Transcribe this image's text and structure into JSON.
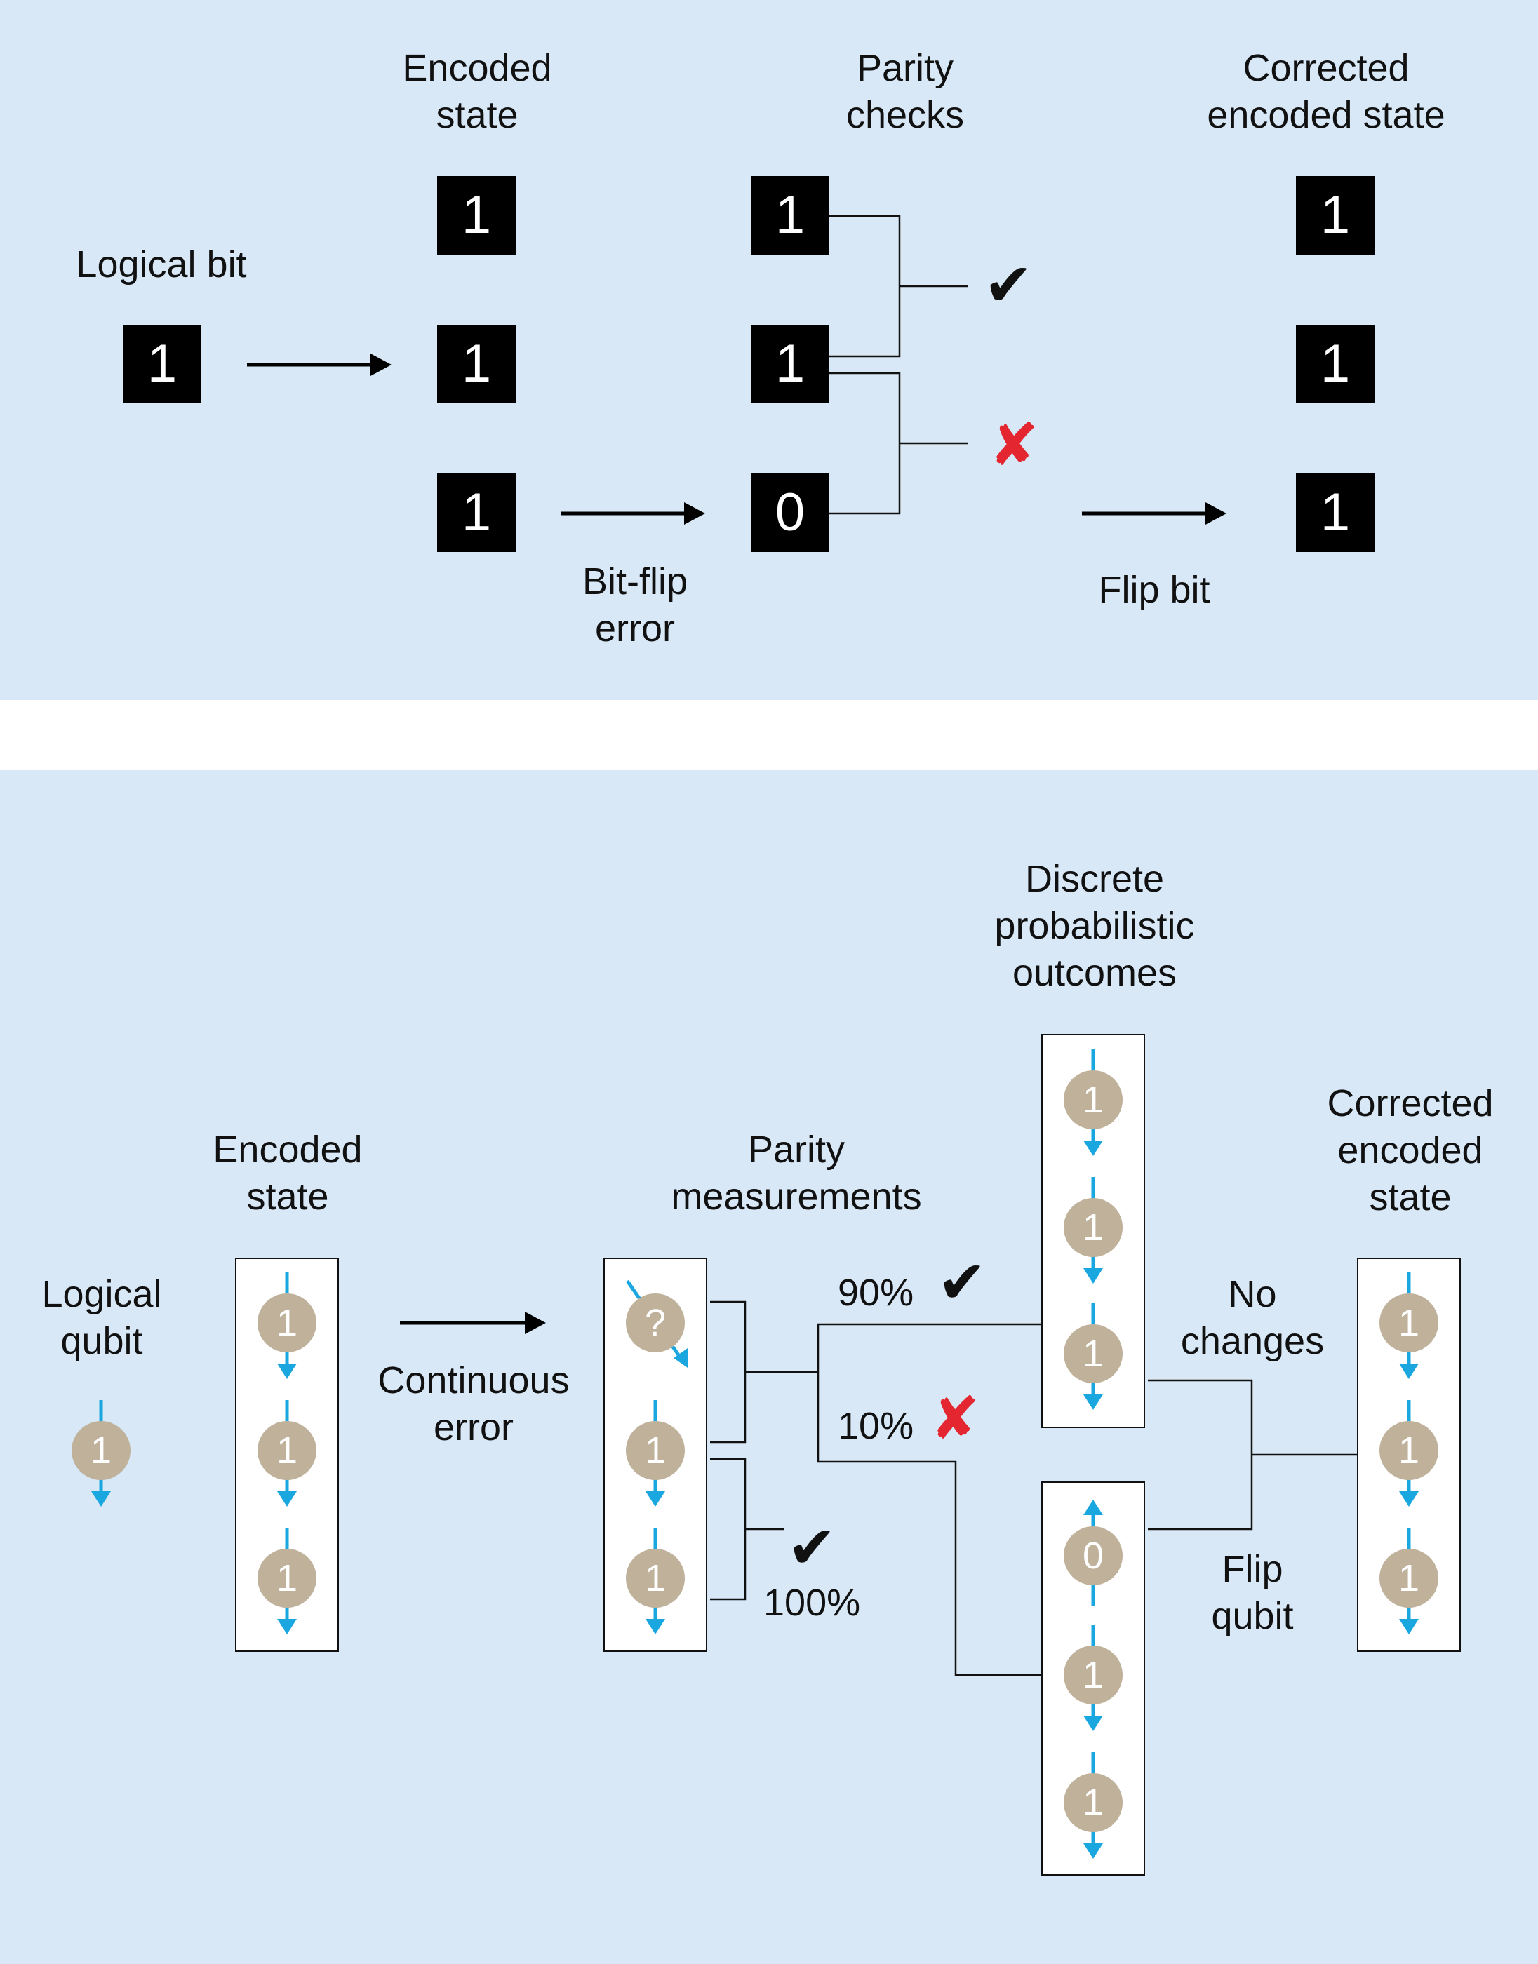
{
  "classical": {
    "labels": {
      "logical_bit": "Logical bit",
      "encoded_state": [
        "Encoded",
        "state"
      ],
      "parity_checks": [
        "Parity",
        "checks"
      ],
      "corrected_state": [
        "Corrected",
        "encoded state"
      ],
      "bit_flip_error": [
        "Bit-flip",
        "error"
      ],
      "flip_bit": "Flip bit"
    },
    "logical": "1",
    "encoded": [
      "1",
      "1",
      "1"
    ],
    "after_error": [
      "1",
      "1",
      "0"
    ],
    "corrected": [
      "1",
      "1",
      "1"
    ],
    "check_results": [
      "pass",
      "fail"
    ]
  },
  "quantum": {
    "labels": {
      "logical_qubit": [
        "Logical",
        "qubit"
      ],
      "encoded_state": [
        "Encoded",
        "state"
      ],
      "continuous_error": [
        "Continuous",
        "error"
      ],
      "parity_measurements": [
        "Parity",
        "measurements"
      ],
      "discrete_outcomes": [
        "Discrete",
        "probabilistic",
        "outcomes"
      ],
      "corrected_state": [
        "Corrected",
        "encoded",
        "state"
      ],
      "no_changes": [
        "No",
        "changes"
      ],
      "flip_qubit": [
        "Flip",
        "qubit"
      ]
    },
    "logical": "1",
    "encoded": [
      "1",
      "1",
      "1"
    ],
    "measured": [
      "?",
      "1",
      "1"
    ],
    "outcome_a": [
      "1",
      "1",
      "1"
    ],
    "outcome_b": [
      "0",
      "1",
      "1"
    ],
    "corrected": [
      "1",
      "1",
      "1"
    ],
    "prob_a": "90%",
    "prob_b": "10%",
    "prob_c": "100%"
  },
  "colors": {
    "panel_bg": "#d8e8f7",
    "qubit_fill": "#bfb19a",
    "spin_arrow": "#1aa7e0",
    "check_mark": "#111111",
    "cross_mark": "#e3262f"
  },
  "icons": {
    "pass": "check-mark-icon",
    "fail": "cross-mark-icon"
  }
}
